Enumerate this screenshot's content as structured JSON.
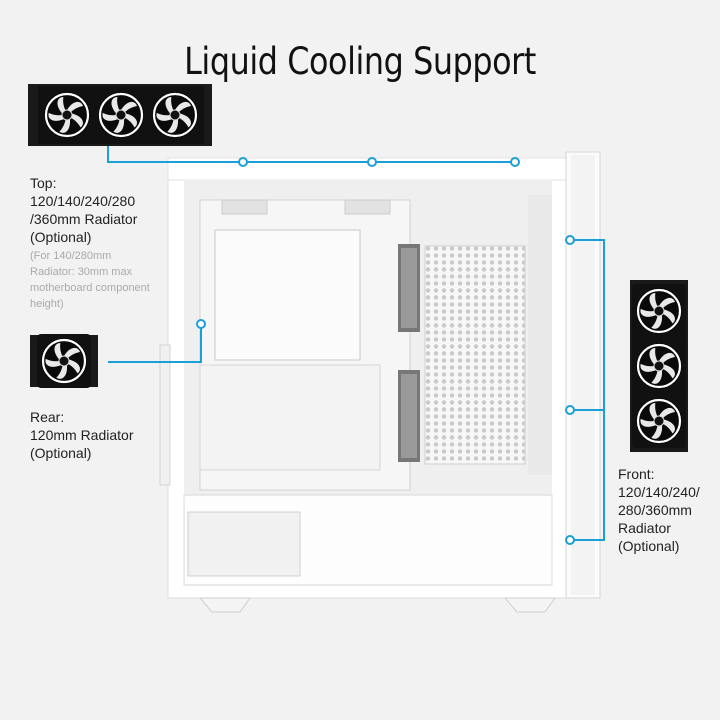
{
  "title": "Liquid Cooling Support",
  "top": {
    "heading": "Top:",
    "sizes": "120/140/240/280",
    "sizes2": "/360mm Radiator",
    "optional": "(Optional)",
    "note1": "(For 140/280mm",
    "note2": "Radiator: 30mm max",
    "note3": "motherboard component",
    "note4": "height)"
  },
  "rear": {
    "heading": "Rear:",
    "sizes": "120mm Radiator",
    "optional": "(Optional)"
  },
  "front": {
    "heading": "Front:",
    "sizes": "120/140/240/",
    "sizes2": "280/360mm",
    "line3": "Radiator",
    "optional": "(Optional)"
  },
  "colors": {
    "accent": "#1a9fd9",
    "radiator": "#161616",
    "case": "#ffffff"
  },
  "icons": [
    "fan-icon",
    "radiator-icon"
  ]
}
